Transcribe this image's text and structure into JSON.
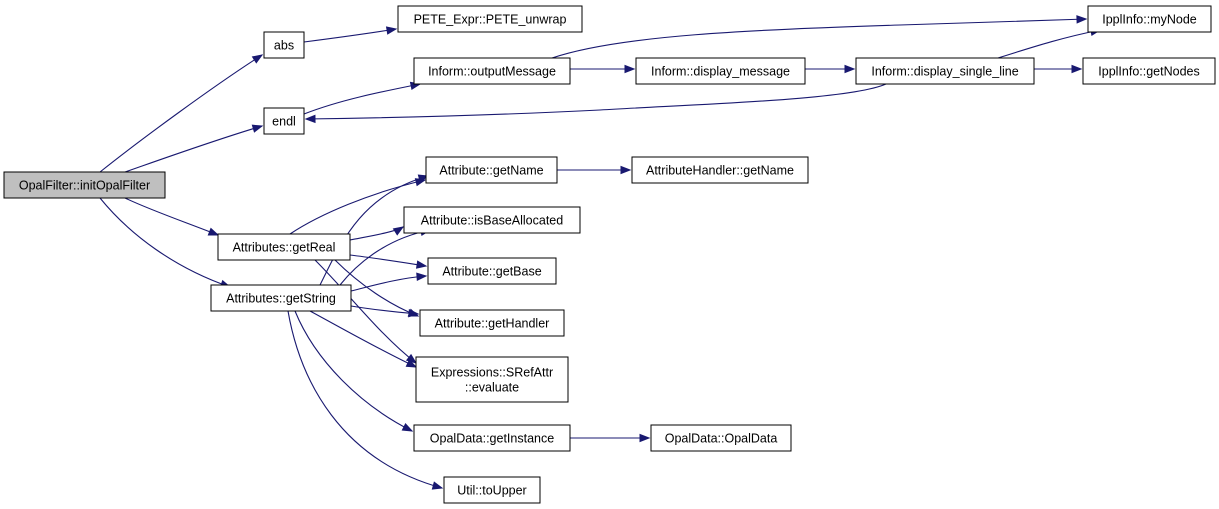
{
  "diagram": {
    "nodes": [
      {
        "id": "initOpalFilter",
        "lines": [
          "OpalFilter::initOpalFilter"
        ],
        "root": true
      },
      {
        "id": "abs",
        "lines": [
          "abs"
        ]
      },
      {
        "id": "pete_unwrap",
        "lines": [
          "PETE_Expr::PETE_unwrap"
        ]
      },
      {
        "id": "endl",
        "lines": [
          "endl"
        ]
      },
      {
        "id": "outputMessage",
        "lines": [
          "Inform::outputMessage"
        ]
      },
      {
        "id": "display_message",
        "lines": [
          "Inform::display_message"
        ]
      },
      {
        "id": "display_single_line",
        "lines": [
          "Inform::display_single_line"
        ]
      },
      {
        "id": "myNode",
        "lines": [
          "IpplInfo::myNode"
        ]
      },
      {
        "id": "getNodes",
        "lines": [
          "IpplInfo::getNodes"
        ]
      },
      {
        "id": "getReal",
        "lines": [
          "Attributes::getReal"
        ]
      },
      {
        "id": "getString",
        "lines": [
          "Attributes::getString"
        ]
      },
      {
        "id": "attr_getName",
        "lines": [
          "Attribute::getName"
        ]
      },
      {
        "id": "handler_getName",
        "lines": [
          "AttributeHandler::getName"
        ]
      },
      {
        "id": "isBaseAllocated",
        "lines": [
          "Attribute::isBaseAllocated"
        ]
      },
      {
        "id": "getBase",
        "lines": [
          "Attribute::getBase"
        ]
      },
      {
        "id": "getHandler",
        "lines": [
          "Attribute::getHandler"
        ]
      },
      {
        "id": "evaluate",
        "lines": [
          "Expressions::SRefAttr",
          "::evaluate"
        ]
      },
      {
        "id": "getInstance",
        "lines": [
          "OpalData::getInstance"
        ]
      },
      {
        "id": "opalData",
        "lines": [
          "OpalData::OpalData"
        ]
      },
      {
        "id": "toUpper",
        "lines": [
          "Util::toUpper"
        ]
      }
    ],
    "edges": [
      {
        "from": "initOpalFilter",
        "to": "abs"
      },
      {
        "from": "initOpalFilter",
        "to": "endl"
      },
      {
        "from": "initOpalFilter",
        "to": "getReal"
      },
      {
        "from": "initOpalFilter",
        "to": "getString"
      },
      {
        "from": "abs",
        "to": "pete_unwrap"
      },
      {
        "from": "endl",
        "to": "outputMessage"
      },
      {
        "from": "outputMessage",
        "to": "display_message"
      },
      {
        "from": "outputMessage",
        "to": "myNode"
      },
      {
        "from": "display_message",
        "to": "display_single_line"
      },
      {
        "from": "display_single_line",
        "to": "myNode"
      },
      {
        "from": "display_single_line",
        "to": "getNodes"
      },
      {
        "from": "display_single_line",
        "to": "endl"
      },
      {
        "from": "getReal",
        "to": "attr_getName"
      },
      {
        "from": "getReal",
        "to": "isBaseAllocated"
      },
      {
        "from": "getReal",
        "to": "getBase"
      },
      {
        "from": "getReal",
        "to": "getHandler"
      },
      {
        "from": "getReal",
        "to": "evaluate"
      },
      {
        "from": "getString",
        "to": "attr_getName"
      },
      {
        "from": "getString",
        "to": "isBaseAllocated"
      },
      {
        "from": "getString",
        "to": "getBase"
      },
      {
        "from": "getString",
        "to": "getHandler"
      },
      {
        "from": "getString",
        "to": "evaluate"
      },
      {
        "from": "getString",
        "to": "getInstance"
      },
      {
        "from": "getString",
        "to": "toUpper"
      },
      {
        "from": "attr_getName",
        "to": "handler_getName"
      },
      {
        "from": "getInstance",
        "to": "opalData"
      }
    ]
  }
}
